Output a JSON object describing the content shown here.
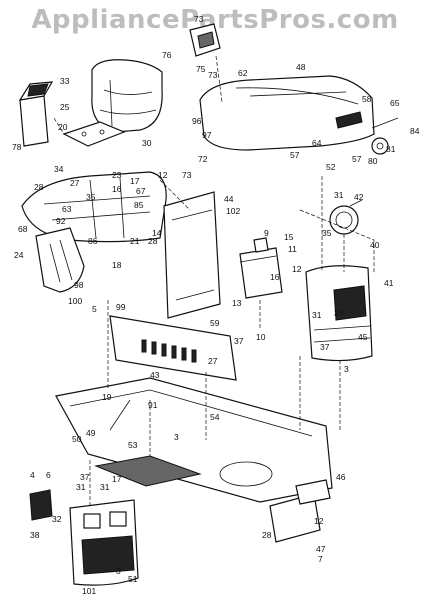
{
  "watermark": "AppliancePartsPros.com",
  "labels": [
    "33",
    "25",
    "78",
    "20",
    "30",
    "76",
    "73",
    "75",
    "73",
    "62",
    "48",
    "58",
    "65",
    "84",
    "96",
    "97",
    "64",
    "57",
    "52",
    "57",
    "80",
    "81",
    "12",
    "72",
    "73",
    "34",
    "27",
    "23",
    "17",
    "16",
    "67",
    "85",
    "28",
    "35",
    "63",
    "68",
    "92",
    "24",
    "18",
    "21",
    "86",
    "14",
    "28",
    "102",
    "44",
    "9",
    "15",
    "11",
    "12",
    "16",
    "13",
    "31",
    "42",
    "35",
    "40",
    "41",
    "37",
    "31",
    "37",
    "45",
    "100",
    "99",
    "98",
    "5",
    "59",
    "10",
    "37",
    "43",
    "27",
    "3",
    "91",
    "54",
    "19",
    "50",
    "49",
    "53",
    "37",
    "31",
    "31",
    "3",
    "46",
    "17",
    "7",
    "28",
    "12",
    "47",
    "101",
    "51",
    "3",
    "38",
    "32",
    "4",
    "6"
  ]
}
